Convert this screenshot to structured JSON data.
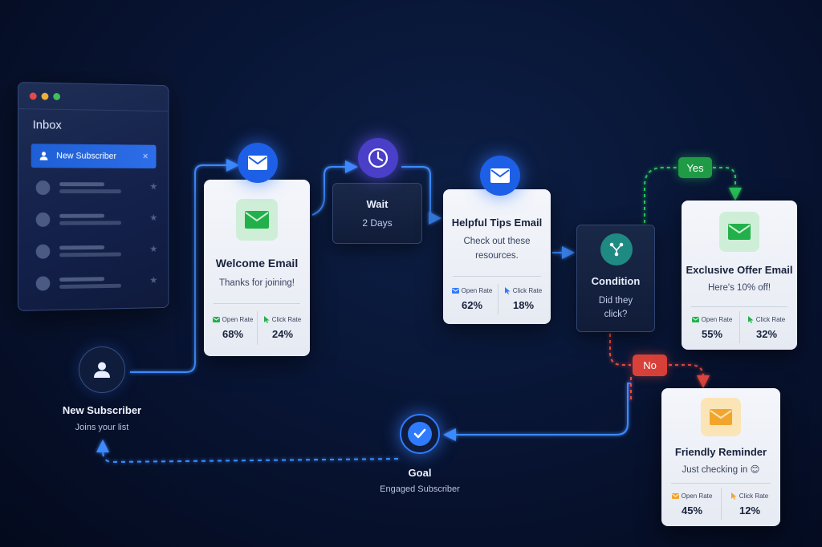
{
  "inbox": {
    "title": "Inbox",
    "active_item": "New Subscriber",
    "window_dots": [
      "#e34b4b",
      "#e9b23a",
      "#3fbf5b"
    ]
  },
  "welcome_email": {
    "title": "Welcome Email",
    "subtitle": "Thanks for joining!",
    "open_rate_label": "Open Rate",
    "open_rate": "68%",
    "click_rate_label": "Click Rate",
    "click_rate": "24%"
  },
  "wait": {
    "title": "Wait",
    "duration": "2 Days"
  },
  "helpful_tips": {
    "title": "Helpful Tips Email",
    "subtitle": "Check out these resources.",
    "open_rate_label": "Open Rate",
    "open_rate": "62%",
    "click_rate_label": "Click Rate",
    "click_rate": "18%"
  },
  "condition": {
    "title": "Condition",
    "question": "Did they click?"
  },
  "yes_label": "Yes",
  "no_label": "No",
  "exclusive_offer": {
    "title": "Exclusive Offer Email",
    "subtitle": "Here's 10% off!",
    "open_rate_label": "Open Rate",
    "open_rate": "55%",
    "click_rate_label": "Click Rate",
    "click_rate": "32%"
  },
  "friendly_reminder": {
    "title": "Friendly Reminder",
    "subtitle": "Just checking in 😊",
    "open_rate_label": "Open Rate",
    "open_rate": "45%",
    "click_rate_label": "Click Rate",
    "click_rate": "12%"
  },
  "new_subscriber": {
    "title": "New Subscriber",
    "subtitle": "Joins your list"
  },
  "goal": {
    "title": "Goal",
    "subtitle": "Engaged Subscriber"
  },
  "colors": {
    "accent_blue": "#2f7bff",
    "green": "#22b04a",
    "red": "#e0443c",
    "orange": "#f2a52c",
    "purple": "#5b4fd6",
    "teal": "#1f8a82"
  }
}
